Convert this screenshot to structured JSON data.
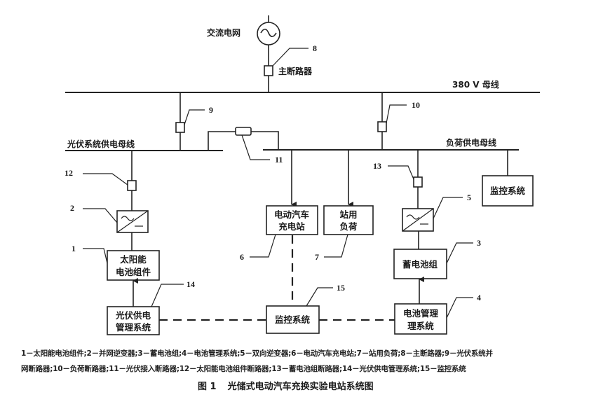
{
  "diagram": {
    "grid": {
      "label": "交流电网"
    },
    "main_breaker": {
      "label": "主断路器",
      "num": "8"
    },
    "bus_380": {
      "label": "380 V 母线"
    },
    "pv_bus": {
      "label": "光伏系统供电母线"
    },
    "load_bus": {
      "label": "负荷供电母线"
    },
    "callouts": {
      "n9": "9",
      "n10": "10",
      "n11": "11",
      "n12": "12",
      "n13": "13",
      "n1": "1",
      "n2": "2",
      "n3": "3",
      "n4": "4",
      "n5": "5",
      "n6": "6",
      "n7": "7",
      "n14": "14",
      "n15": "15"
    },
    "boxes": {
      "solar": [
        "太阳能",
        "电池组件"
      ],
      "pv_mgmt": [
        "光伏供电",
        "管理系统"
      ],
      "ev_station": [
        "电动汽车",
        "充电站"
      ],
      "station_load": [
        "站用",
        "负荷"
      ],
      "monitor_center": [
        "监控系统"
      ],
      "monitor_right": [
        "监控系统"
      ],
      "battery": [
        "蓄电池组"
      ],
      "bms": [
        "电池管理",
        "理系统"
      ]
    },
    "inverter_symbols": {
      "ac": "~",
      "dc": "—"
    }
  },
  "legend": {
    "line1": "1－太阳能电池组件;2－并网逆变器;3－蓄电池组;4－电池管理系统;5－双向逆变器;6－电动汽车充电站;7－站用负荷;8－主断路器;9－光伏系统并",
    "line2": "网断路器;10－负荷断路器;11－光伏接入断路器;12－太阳能电池组件断路器;13－蓄电池组断路器;14－光伏供电管理系统;15－监控系统"
  },
  "caption": {
    "figure": "图 1",
    "title": "光储式电动汽车充换实验电站系统图"
  }
}
